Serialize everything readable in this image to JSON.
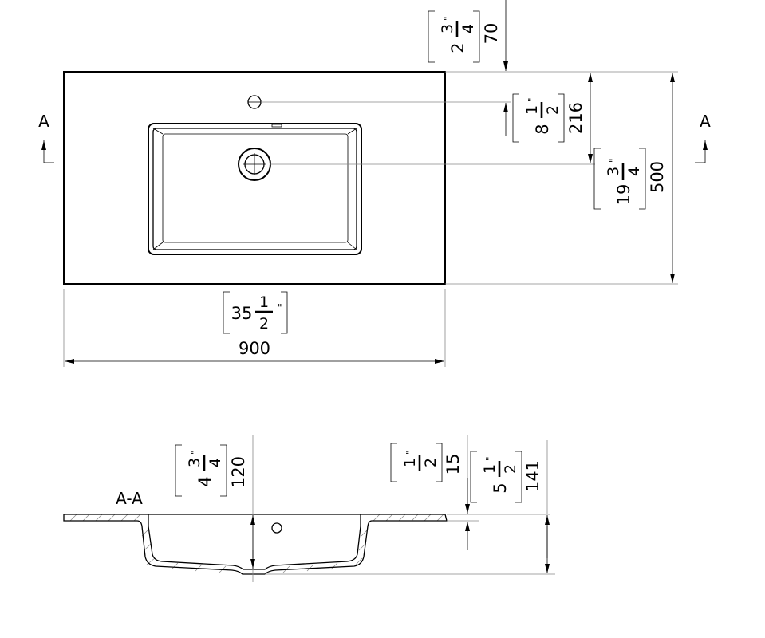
{
  "top_view": {
    "width_mm": "900",
    "width_in_whole": "35",
    "width_in_num": "1",
    "width_in_den": "2",
    "depth_mm": "500",
    "depth_in_whole": "19",
    "depth_in_num": "3",
    "depth_in_den": "4",
    "tap_offset_mm": "70",
    "tap_offset_in_whole": "2",
    "tap_offset_in_num": "3",
    "tap_offset_in_den": "4",
    "drain_to_tap_mm": "216",
    "drain_to_tap_in_whole": "8",
    "drain_to_tap_in_num": "1",
    "drain_to_tap_in_den": "2",
    "section_marker_left": "A",
    "section_marker_right": "A",
    "inch_mark": "\""
  },
  "section_view": {
    "label": "A-A",
    "bowl_depth_mm": "120",
    "bowl_depth_in_whole": "4",
    "bowl_depth_in_num": "3",
    "bowl_depth_in_den": "4",
    "top_thickness_mm": "15",
    "top_thickness_in_num": "1",
    "top_thickness_in_den": "2",
    "total_height_mm": "141",
    "total_height_in_whole": "5",
    "total_height_in_num": "1",
    "total_height_in_den": "2"
  }
}
